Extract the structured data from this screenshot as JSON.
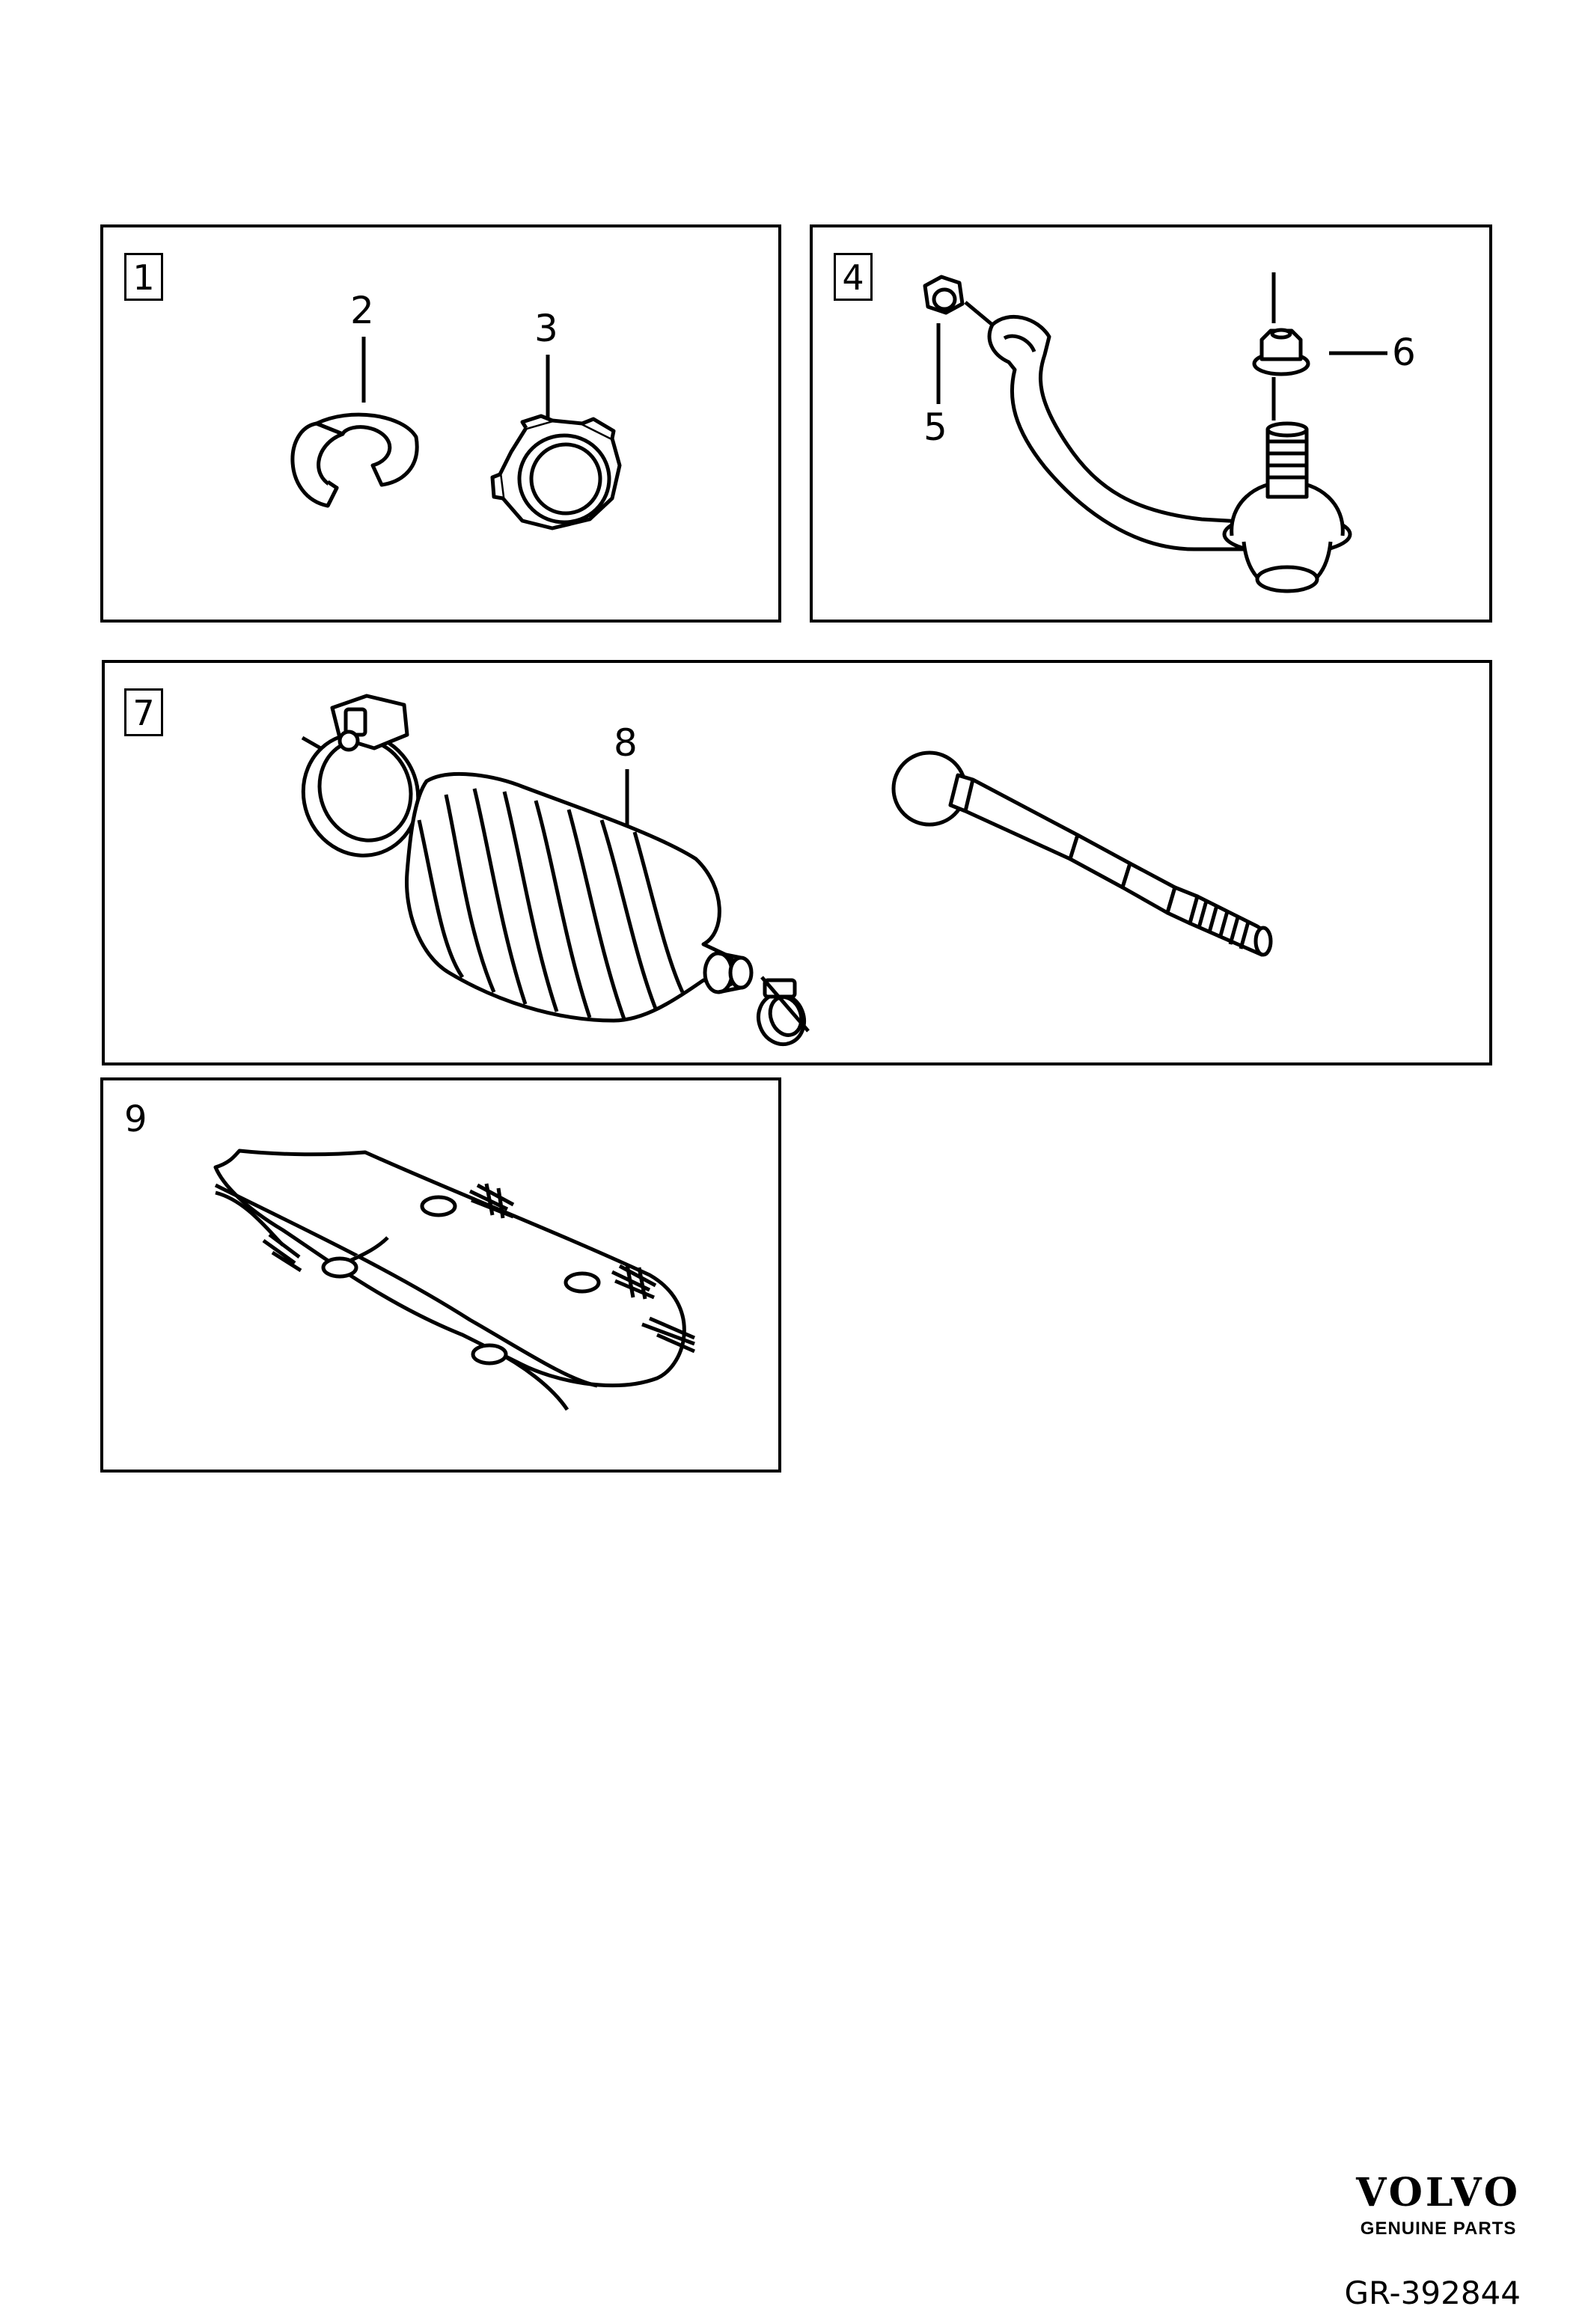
{
  "panels": [
    {
      "kit_number": "1"
    },
    {
      "kit_number": "4"
    },
    {
      "kit_number": "7"
    },
    {
      "kit_number": "9"
    }
  ],
  "callouts": {
    "c2": "2",
    "c3": "3",
    "c5": "5",
    "c6": "6",
    "c8": "8"
  },
  "brand": {
    "name": "VOLVO",
    "tagline": "GENUINE PARTS"
  },
  "diagram_id": "GR-392844"
}
